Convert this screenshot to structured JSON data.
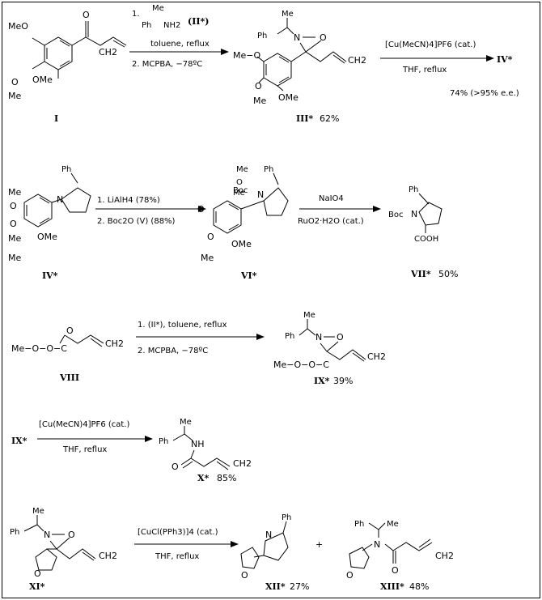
{
  "scheme": {
    "row1": {
      "start_label": "I",
      "start_groups": {
        "ome_top": "MeO",
        "ome_mid": "O",
        "ome_mid_me": "Me",
        "ome_bottom": "OMe",
        "chain_end": "CH2"
      },
      "step1": "1.",
      "amine_me": "Me",
      "amine_ph": "Ph",
      "amine_nh2": "NH2",
      "amine_label": "(II*)",
      "step1_cond": "toluene, reflux",
      "step2": "2. MCPBA, −78ºC",
      "product_label": "III*",
      "product_yield": "62%",
      "product_groups": {
        "me": "Me",
        "ph": "Ph",
        "n": "N",
        "o": "O",
        "meo": "Me−O",
        "o_mid": "O",
        "me_mid": "Me",
        "ome": "OMe",
        "ch2": "CH2"
      },
      "arrow2_reagent": "[Cu(MeCN)4]PF6 (cat.)",
      "arrow2_cond": "THF, reflux",
      "arrow2_product": "IV*",
      "arrow2_yield": "74% (>95% e.e.)"
    },
    "row2": {
      "start_label": "IV*",
      "start_groups": {
        "ph": "Ph",
        "n": "N",
        "ome": "OMe"
      },
      "step1": "1. LiAlH4 (78%)",
      "step2": "2. Boc2O (V) (88%)",
      "mid_label": "VI*",
      "mid_groups": {
        "me": "Me",
        "boc": "Boc",
        "n": "N",
        "ph": "Ph",
        "ome": "OMe"
      },
      "reagent": "NaIO4",
      "cond": "RuO2·H2O (cat.)",
      "product_label": "VII*",
      "product_yield": "50%",
      "product_groups": {
        "ph": "Ph",
        "boc": "Boc",
        "n": "N",
        "cooh": "COOH"
      }
    },
    "row3": {
      "start_label": "VIII",
      "start_groups": {
        "meo": "Me−O−O−C",
        "o": "O",
        "ch2": "CH2"
      },
      "step1": "1. (II*), toluene, reflux",
      "step2": "2. MCPBA, −78ºC",
      "product_label": "IX*",
      "product_yield": "39%",
      "product_groups": {
        "me": "Me",
        "ph": "Ph",
        "n": "N",
        "o": "O",
        "meo": "Me−O−O−C",
        "ch2": "CH2"
      }
    },
    "row4": {
      "start": "IX*",
      "reagent": "[Cu(MeCN)4]PF6 (cat.)",
      "cond": "THF, reflux",
      "product_label": "X*",
      "product_yield": "85%",
      "product_groups": {
        "me": "Me",
        "ph": "Ph",
        "nh": "NH",
        "o": "O",
        "ch2": "CH2"
      }
    },
    "row5": {
      "start_label": "XI*",
      "start_groups": {
        "me": "Me",
        "ph": "Ph",
        "n": "N",
        "o": "O",
        "furan_o": "O",
        "ch2": "CH2"
      },
      "reagent": "[CuCl(PPh3)]4 (cat.)",
      "cond": "THF, reflux",
      "plus": "+",
      "product1_label": "XII*",
      "product1_yield": "27%",
      "product1_groups": {
        "ph": "Ph",
        "n": "N",
        "o": "O"
      },
      "product2_label": "XIII*",
      "product2_yield": "48%",
      "product2_groups": {
        "ph": "Ph",
        "me": "Me",
        "n": "N",
        "o": "O",
        "furan_o": "O",
        "ch2": "CH2"
      }
    }
  }
}
